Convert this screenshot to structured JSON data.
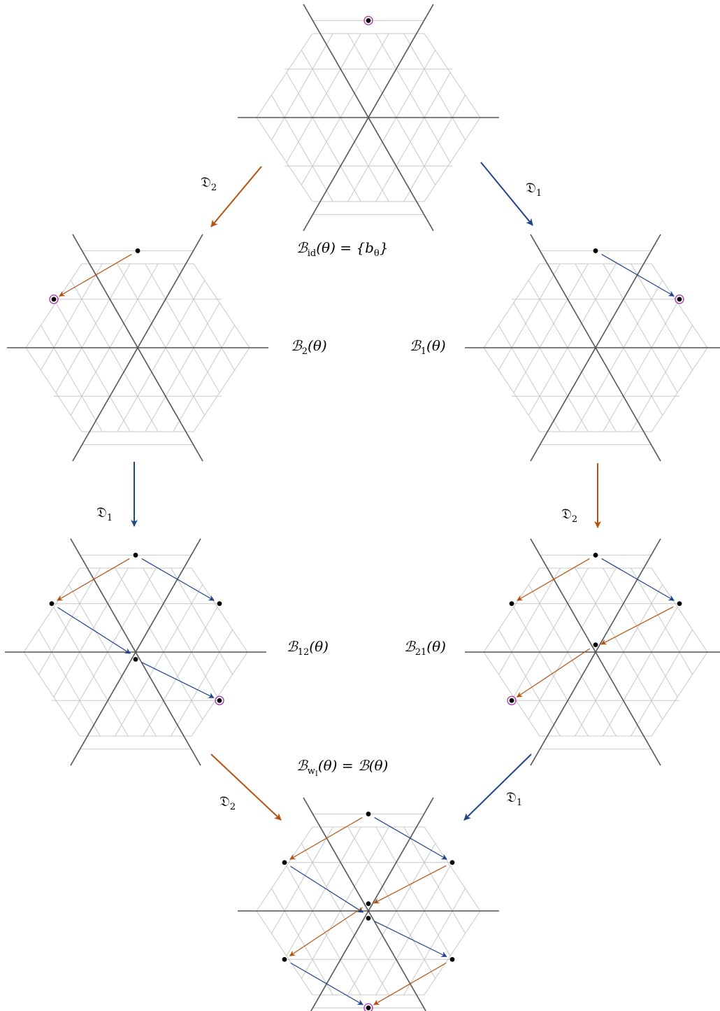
{
  "colors": {
    "fine_grid": "#c8c8c8",
    "walls": "#555555",
    "orange_arrow": "#b5520f",
    "blue_arrow": "#1f4488",
    "highest_weight_ring": "#b040b0"
  },
  "operators": {
    "op_top_left": {
      "symbol": "𝔇",
      "sub": "2"
    },
    "op_top_right": {
      "symbol": "𝔇",
      "sub": "1"
    },
    "op_mid_left": {
      "symbol": "𝔇",
      "sub": "1"
    },
    "op_mid_right": {
      "symbol": "𝔇",
      "sub": "2"
    },
    "op_bot_left": {
      "symbol": "𝔇",
      "sub": "2"
    },
    "op_bot_right": {
      "symbol": "𝔇",
      "sub": "1"
    }
  },
  "labels": {
    "top": {
      "pre": "ℬ",
      "sub": "id",
      "post": "(θ) = {b",
      "post_sub": "θ",
      "tail": "}"
    },
    "b2": {
      "pre": "ℬ",
      "sub": "2",
      "post": "(θ)"
    },
    "b1": {
      "pre": "ℬ",
      "sub": "1",
      "post": "(θ)"
    },
    "b12": {
      "pre": "ℬ",
      "sub": "12",
      "post": "(θ)"
    },
    "b21": {
      "pre": "ℬ",
      "sub": "21",
      "post": "(θ)"
    },
    "bottom": {
      "pre": "ℬ",
      "sub": "w",
      "sub2": "I",
      "post": "(θ) = ℬ(θ)"
    }
  },
  "diagrams": [
    {
      "id": "top",
      "dots": [
        [
          0,
          2
        ]
      ],
      "ring": [
        0,
        2
      ],
      "arrows": []
    },
    {
      "id": "b2",
      "dots": [
        [
          0,
          2
        ],
        [
          -1.5,
          1
        ]
      ],
      "ring": [
        -1.5,
        1
      ],
      "arrows": [
        [
          [
            0,
            2
          ],
          [
            -1.5,
            1
          ],
          "o"
        ]
      ]
    },
    {
      "id": "b1",
      "dots": [
        [
          0,
          2
        ],
        [
          1.5,
          1
        ]
      ],
      "ring": [
        1.5,
        1
      ],
      "arrows": [
        [
          [
            0,
            2
          ],
          [
            1.5,
            1
          ],
          "b"
        ]
      ]
    },
    {
      "id": "b12",
      "dots": [
        [
          0,
          2
        ],
        [
          -1.5,
          1
        ],
        [
          1.5,
          1
        ],
        [
          0,
          -0.15
        ],
        [
          1.5,
          -1
        ]
      ],
      "ring": [
        1.5,
        -1
      ],
      "arrows": [
        [
          [
            0,
            2
          ],
          [
            -1.5,
            1
          ],
          "o"
        ],
        [
          [
            0,
            2
          ],
          [
            1.5,
            1
          ],
          "b"
        ],
        [
          [
            -1.5,
            1
          ],
          [
            0,
            -0.1
          ],
          "b"
        ],
        [
          [
            0,
            -0.15
          ],
          [
            1.5,
            -1
          ],
          "b"
        ]
      ]
    },
    {
      "id": "b21",
      "dots": [
        [
          0,
          2
        ],
        [
          1.5,
          1
        ],
        [
          -1.5,
          1
        ],
        [
          0,
          0.15
        ],
        [
          -1.5,
          -1
        ]
      ],
      "ring": [
        -1.5,
        -1
      ],
      "arrows": [
        [
          [
            0,
            2
          ],
          [
            1.5,
            1
          ],
          "b"
        ],
        [
          [
            0,
            2
          ],
          [
            -1.5,
            1
          ],
          "o"
        ],
        [
          [
            1.5,
            1
          ],
          [
            0,
            0.1
          ],
          "o"
        ],
        [
          [
            0,
            0.15
          ],
          [
            -1.5,
            -1
          ],
          "o"
        ]
      ]
    },
    {
      "id": "bottom",
      "dots": [
        [
          0,
          2
        ],
        [
          -1.5,
          1
        ],
        [
          1.5,
          1
        ],
        [
          0,
          0.15
        ],
        [
          0,
          -0.15
        ],
        [
          -1.5,
          -1
        ],
        [
          1.5,
          -1
        ],
        [
          0,
          -2
        ]
      ],
      "ring": [
        0,
        -2
      ],
      "arrows": [
        [
          [
            0,
            2
          ],
          [
            -1.5,
            1
          ],
          "o"
        ],
        [
          [
            0,
            2
          ],
          [
            1.5,
            1
          ],
          "b"
        ],
        [
          [
            -1.5,
            1
          ],
          [
            0,
            -0.1
          ],
          "b"
        ],
        [
          [
            1.5,
            1
          ],
          [
            0,
            0.1
          ],
          "o"
        ],
        [
          [
            0,
            -0.15
          ],
          [
            1.5,
            -1
          ],
          "b"
        ],
        [
          [
            0,
            0.15
          ],
          [
            -1.5,
            -1
          ],
          "o"
        ],
        [
          [
            -1.5,
            -1
          ],
          [
            0,
            -2
          ],
          "b"
        ],
        [
          [
            1.5,
            -1
          ],
          [
            0,
            -2
          ],
          "o"
        ]
      ]
    }
  ]
}
